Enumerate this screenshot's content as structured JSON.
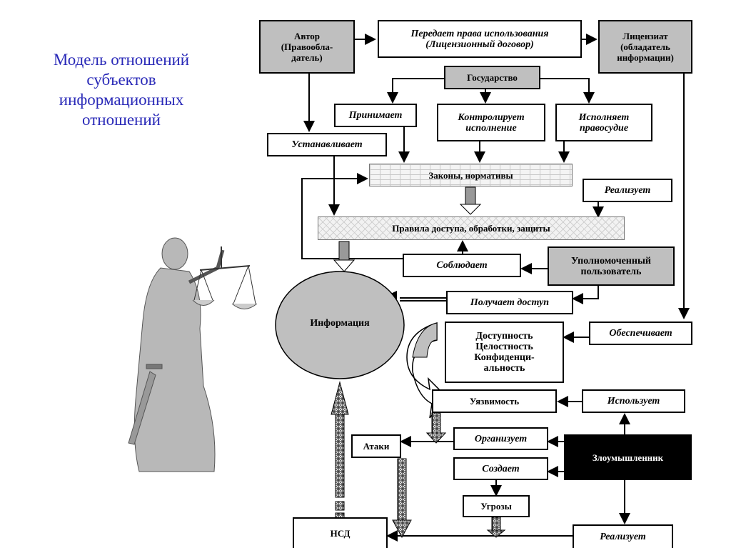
{
  "title": [
    "Модель отношений",
    "субъектов",
    "информационных",
    "отношений"
  ],
  "nodes": {
    "author": "Автор (Правообла-дятель)",
    "author_lines": [
      "Автор",
      "(Правообла-",
      "датель)"
    ],
    "transfer": [
      "Передает права использования",
      "(Лицензионный договор)"
    ],
    "licensee": [
      "Лицензиат",
      "(обладатель",
      "информации)"
    ],
    "state": "Государство",
    "adopts": "Принимает",
    "controls": [
      "Контролирует",
      "исполнение"
    ],
    "justice": [
      "Исполняет",
      "правосудие"
    ],
    "establishes": "Устанавливает",
    "laws": "Законы, нормативы",
    "implements_top": "Реализует",
    "rules": "Правила доступа, обработки, защиты",
    "complies": "Соблюдает",
    "authorized_user": [
      "Уполномоченный",
      "пользователь"
    ],
    "gets_access": "Получает доступ",
    "information": "Информация",
    "properties": [
      "Доступность",
      "Целостность",
      "Конфиденци-",
      "альность"
    ],
    "ensures": "Обеспечивает",
    "vulnerability": "Уязвимость",
    "uses": "Использует",
    "organizes": "Организует",
    "attacks": "Атаки",
    "intruder": "Злоумышленник",
    "creates": "Создает",
    "threats": "Угрозы",
    "nsd": "НСД",
    "implements_bottom": "Реализует"
  },
  "colors": {
    "title": "#2a2ab8",
    "gray_box": "#bfbfbf",
    "intruder_box": "#000000"
  }
}
